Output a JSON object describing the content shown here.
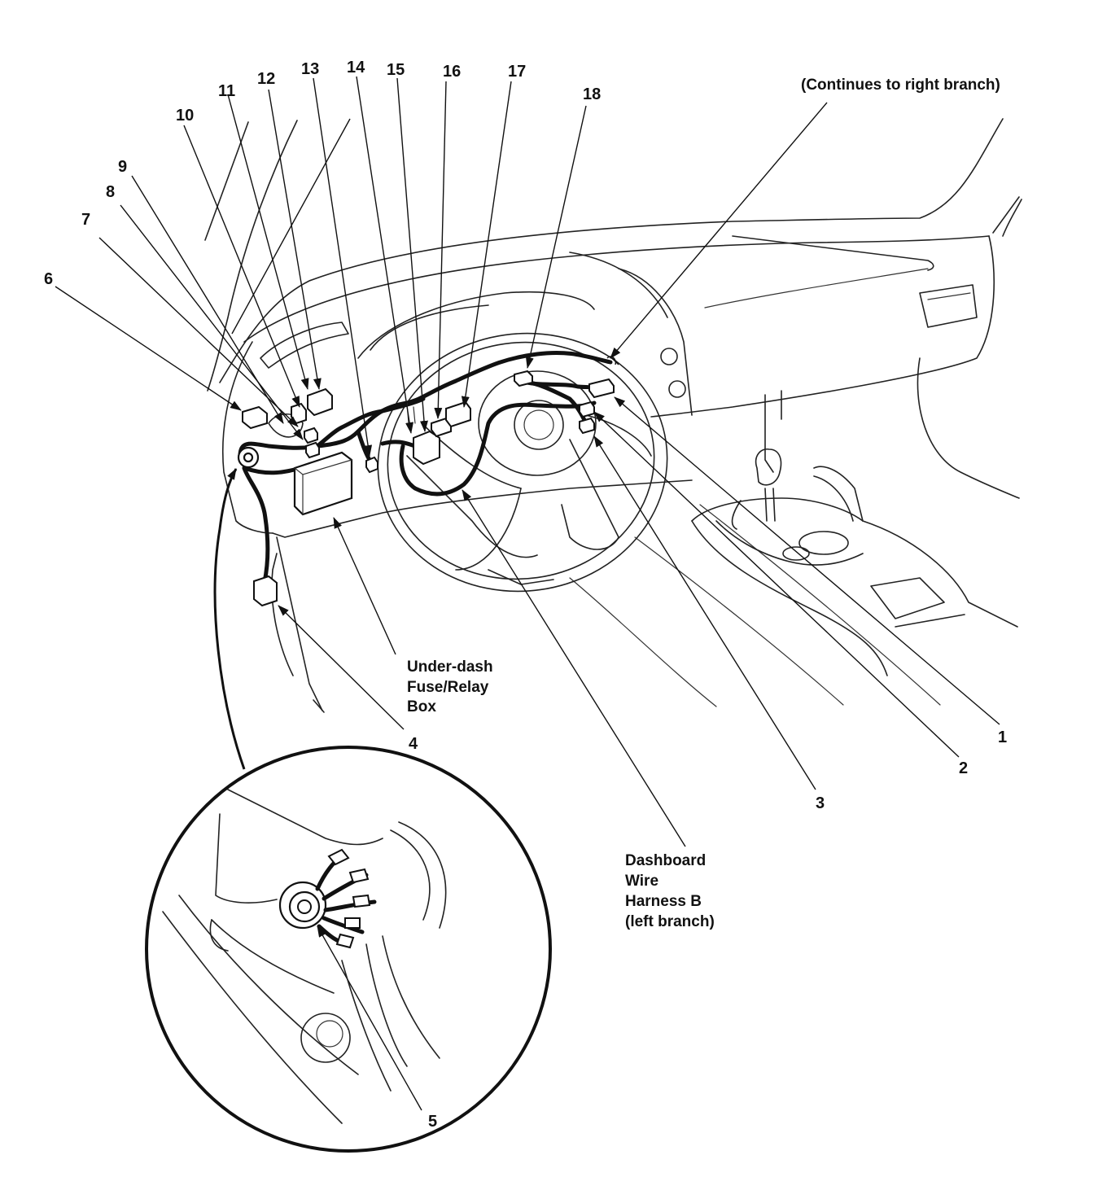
{
  "callouts": [
    "1",
    "2",
    "3",
    "4",
    "5",
    "6",
    "7",
    "8",
    "9",
    "10",
    "11",
    "12",
    "13",
    "14",
    "15",
    "16",
    "17",
    "18"
  ],
  "labels": {
    "right_branch": "(Continues to right branch)",
    "fuse_box": [
      "Under-dash",
      "Fuse/Relay",
      "Box"
    ],
    "harness": [
      "Dashboard",
      "Wire",
      "Harness B",
      "(left branch)"
    ]
  }
}
